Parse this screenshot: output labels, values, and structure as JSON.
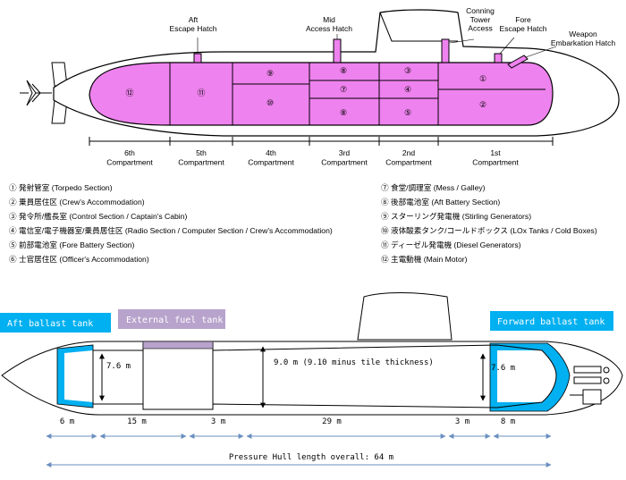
{
  "top": {
    "hatches": {
      "aft": "Aft\nEscape Hatch",
      "mid": "Mid\nAccess Hatch",
      "conning": "Conning\nTower\nAccess",
      "fore": "Fore\nEscape Hatch",
      "weapon": "Weapon\nEmbarkation Hatch"
    },
    "compartments": [
      "6th\nCompartment",
      "5th\nCompartment",
      "4th\nCompartment",
      "3rd\nCompartment",
      "2nd\nCompartment",
      "1st\nCompartment"
    ],
    "markers": [
      "⑫",
      "⑪",
      "⑨",
      "⑩",
      "⑧",
      "⑦",
      "⑧",
      "③",
      "④",
      "⑤",
      "①",
      "②"
    ]
  },
  "legend": {
    "left": [
      "① 発射管室 (Torpedo Section)",
      "② 乗員居住区 (Crew's Accommodation)",
      "③ 発令所/艦長室 (Control Section / Captain's Cabin)",
      "④ 電信室/電子機器室/乗員居住区 (Radio Section / Computer Section / Crew's Accommodation)",
      "⑤ 前部電池室 (Fore Battery Section)",
      "⑥ 士官居住区 (Officer's Accommodation)"
    ],
    "right": [
      "⑦ 食堂/調理室 (Mess / Galley)",
      "⑧ 後部電池室 (Aft Battery Section)",
      "⑨ スターリング発電機 (Stirling Generators)",
      "⑩ 液体酸素タンク/コールドボックス (LOx Tanks / Cold Boxes)",
      "⑪ ディーゼル発電機 (Diesel Generators)",
      "⑫ 主電動機 (Main Motor)"
    ]
  },
  "bottom": {
    "aft_tank": "Aft ballast tank",
    "fuel_tank": "External fuel tank",
    "forward_tank": "Forward ballast tank",
    "dia_aft": "7.6 m",
    "dia_mid": "9.0 m (9.10 minus tile thickness)",
    "dia_fwd": "7.6 m",
    "lengths": [
      "6 m",
      "15 m",
      "3 m",
      "29 m",
      "3 m",
      "8 m"
    ],
    "overall": "Pressure Hull length overall: 64 m"
  },
  "colors": {
    "magenta": "#ee82ee",
    "ballast": "#00b0f0",
    "fuel": "#b8a3cc",
    "dim": "#6a8fc0"
  }
}
